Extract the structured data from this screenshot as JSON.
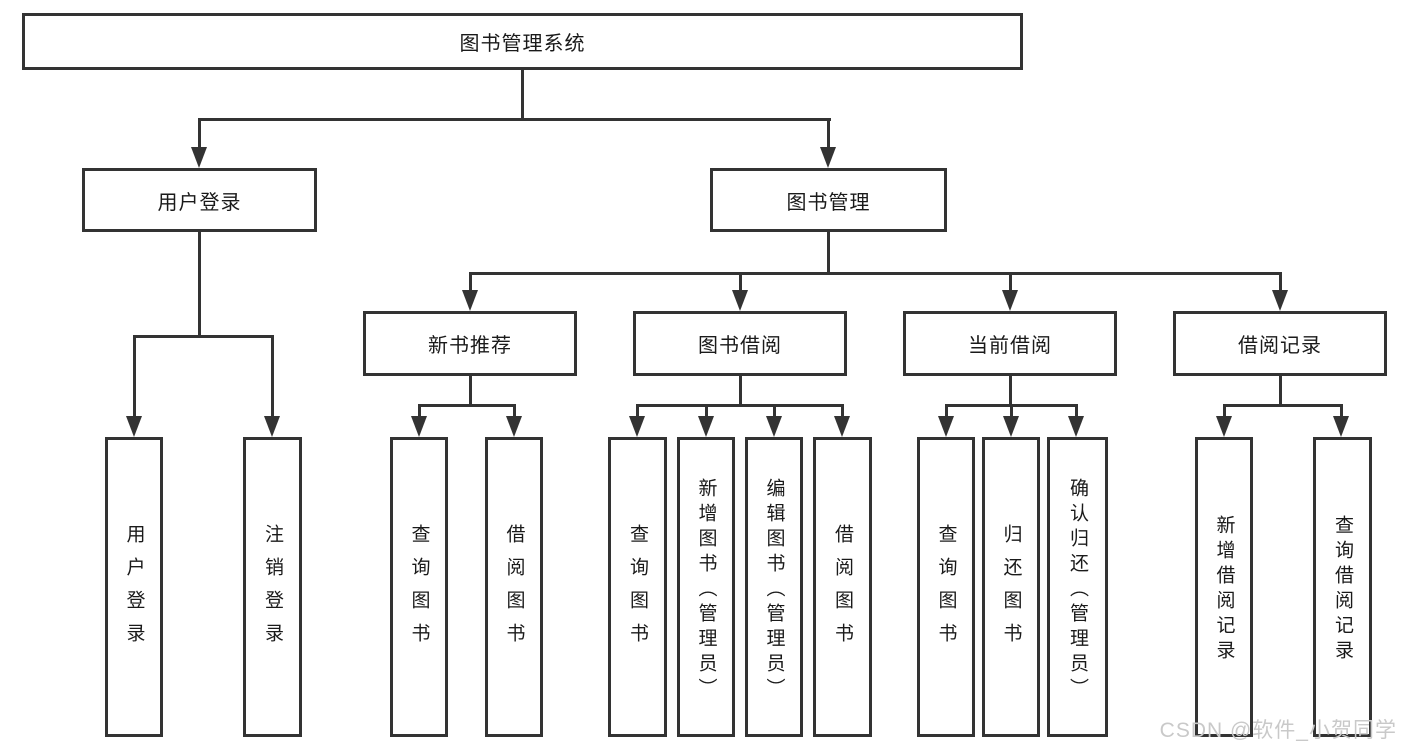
{
  "diagram": {
    "root": {
      "label": "图书管理系统"
    },
    "branches": [
      {
        "label": "用户登录",
        "children": [
          {
            "label": "用户登录"
          },
          {
            "label": "注销登录"
          }
        ]
      },
      {
        "label": "图书管理",
        "children": [
          {
            "label": "新书推荐",
            "children": [
              {
                "label": "查询图书"
              },
              {
                "label": "借阅图书"
              }
            ]
          },
          {
            "label": "图书借阅",
            "children": [
              {
                "label": "查询图书"
              },
              {
                "label": "新增图书（管理员）"
              },
              {
                "label": "编辑图书（管理员）"
              },
              {
                "label": "借阅图书"
              }
            ]
          },
          {
            "label": "当前借阅",
            "children": [
              {
                "label": "查询图书"
              },
              {
                "label": "归还图书"
              },
              {
                "label": "确认归还（管理员）"
              }
            ]
          },
          {
            "label": "借阅记录",
            "children": [
              {
                "label": "新增借阅记录"
              },
              {
                "label": "查询借阅记录"
              }
            ]
          }
        ]
      }
    ]
  },
  "watermark": {
    "text": "CSDN @软件_小贺同学"
  },
  "colors": {
    "line": "#333333",
    "text": "#1a1a1a",
    "watermark": "#c9c9c9",
    "background": "#ffffff"
  }
}
